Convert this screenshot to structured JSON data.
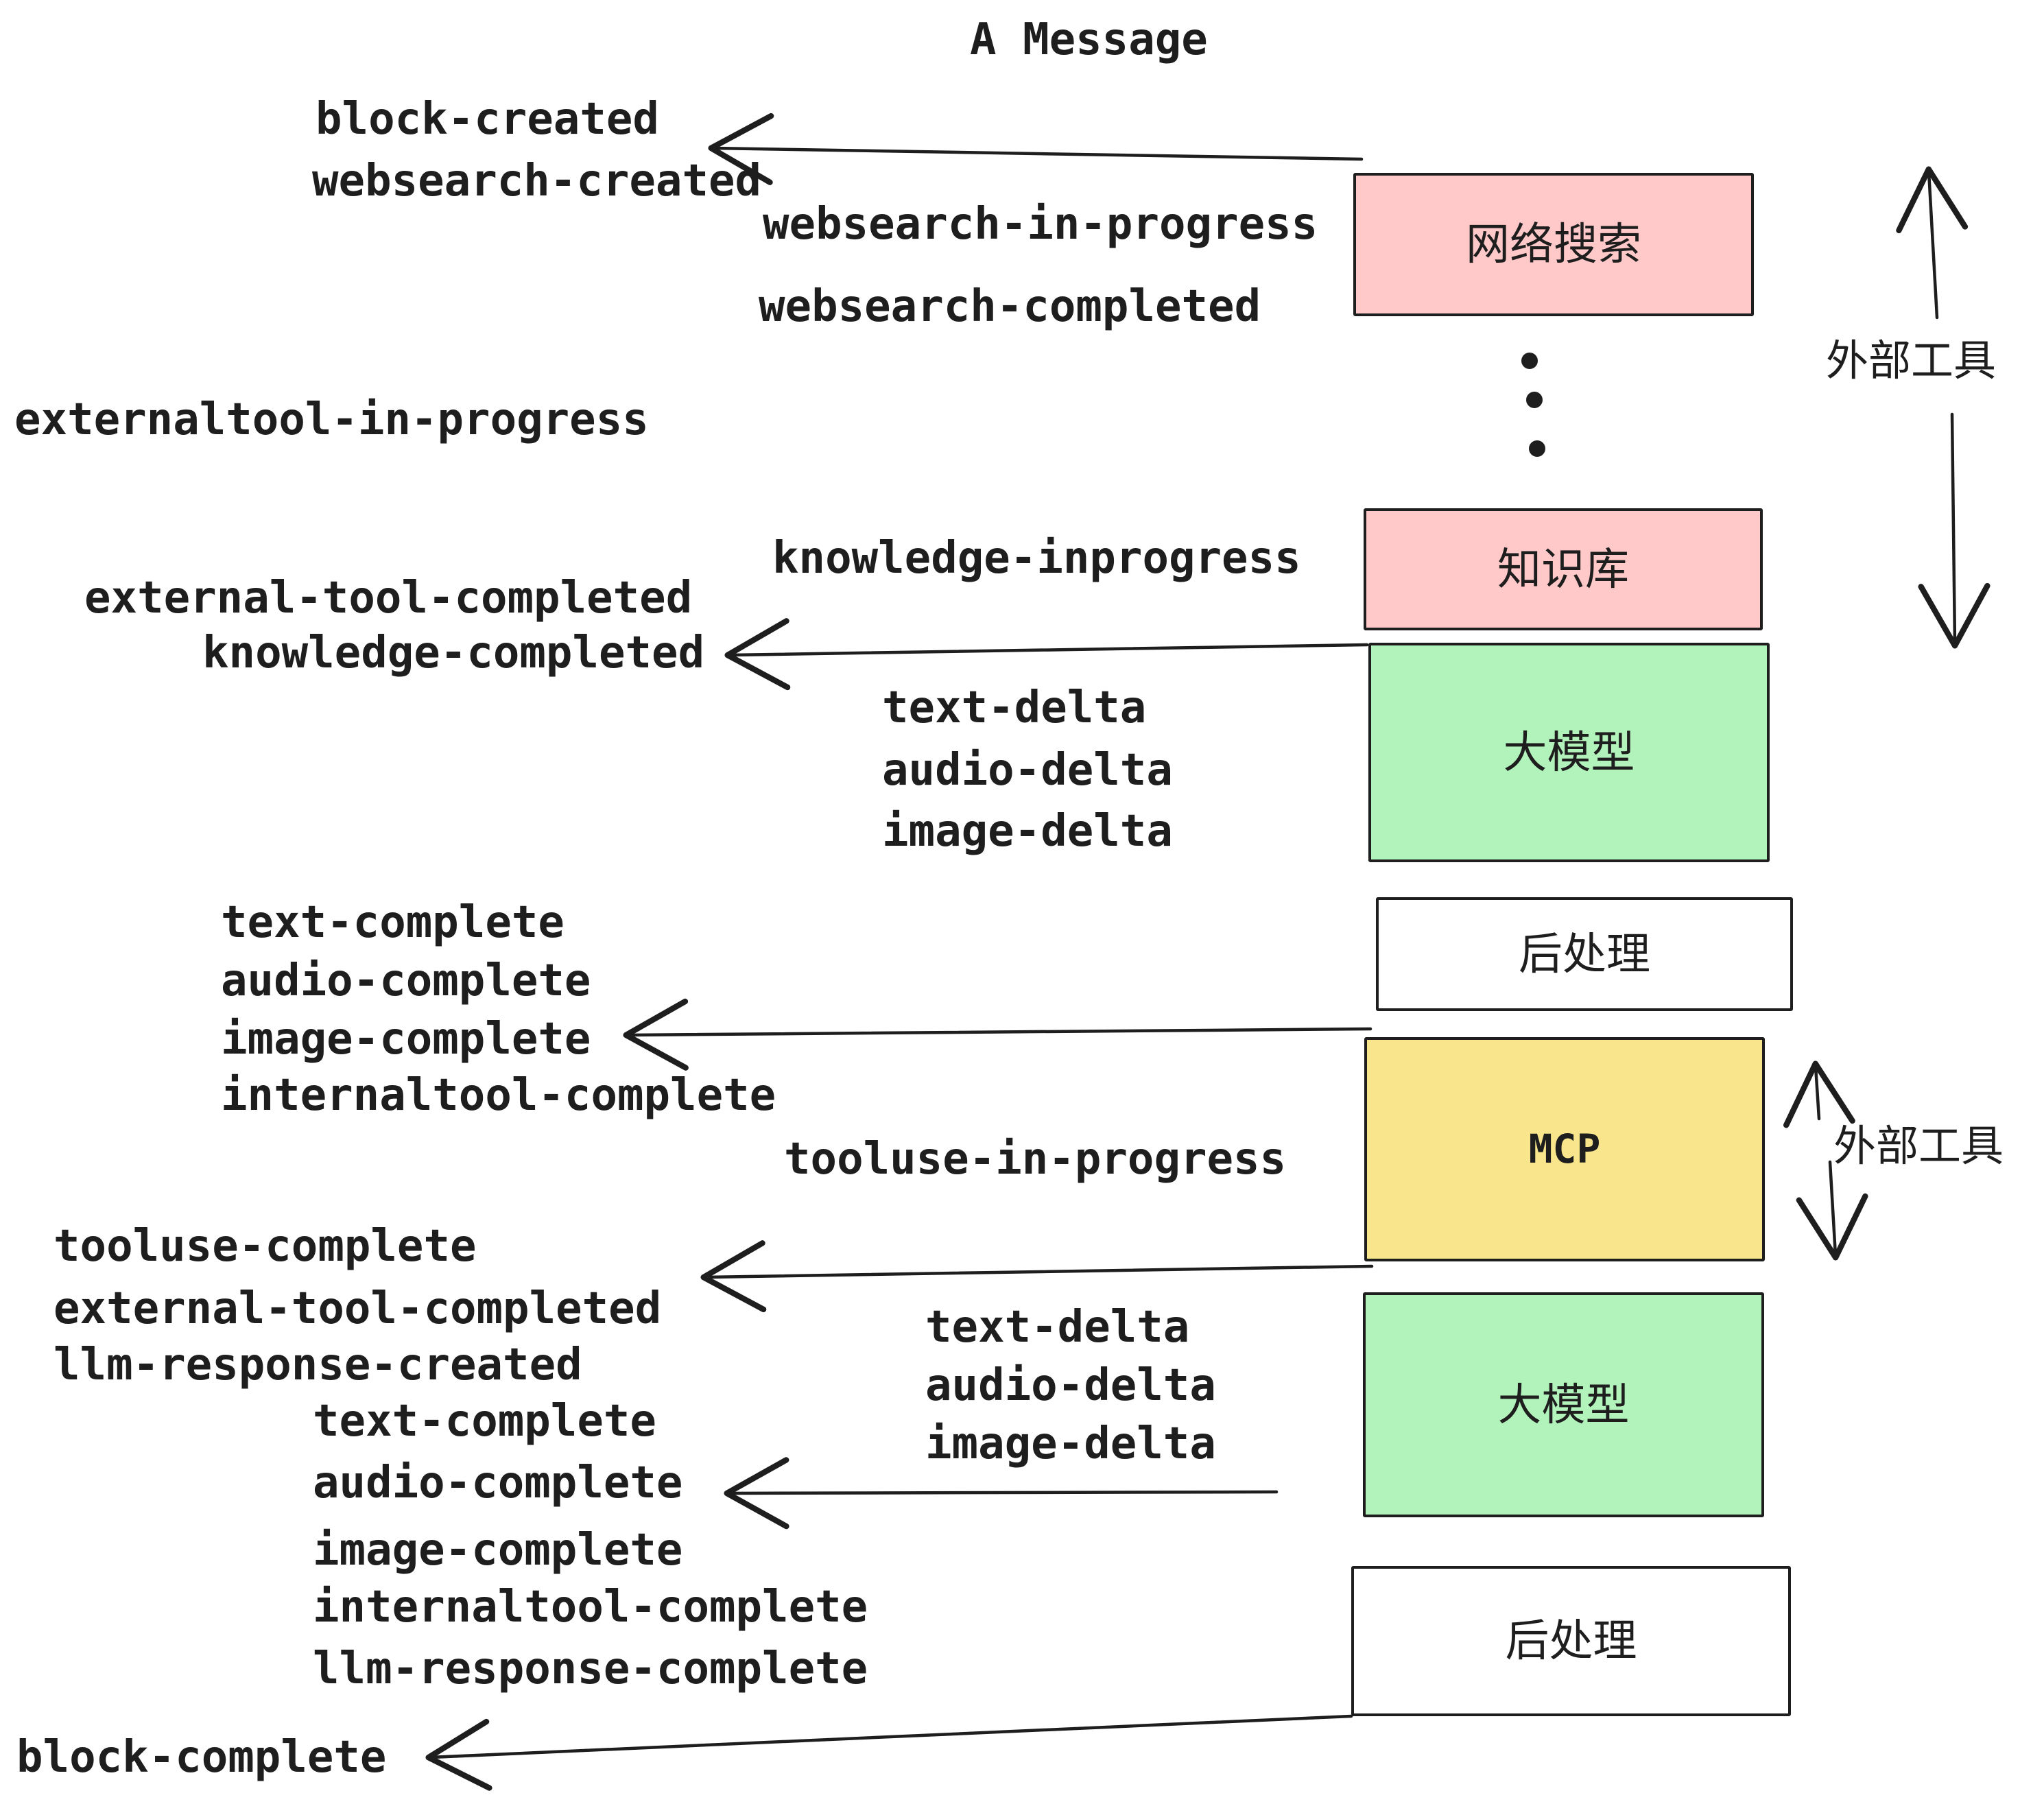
{
  "title": "A Message",
  "palette": {
    "ink": "#1E1E1E",
    "pink": "#FFC9C9",
    "green": "#B2F2BB",
    "yellow": "#F8E58C",
    "white": "#FFFFFF",
    "background": "#FFFFFF"
  },
  "boxes": [
    {
      "label": "网络搜索",
      "color": "#FFC9C9"
    },
    {
      "label": "知识库",
      "color": "#FFC9C9"
    },
    {
      "label": "大模型",
      "color": "#B2F2BB"
    },
    {
      "label": "后处理",
      "color": "#FFFFFF"
    },
    {
      "label": "MCP",
      "color": "#F8E58C"
    },
    {
      "label": "大模型",
      "color": "#B2F2BB"
    },
    {
      "label": "后处理",
      "color": "#FFFFFF"
    }
  ],
  "side_labels": {
    "top": "外部工具",
    "bottom": "外部工具"
  },
  "events": [
    {
      "text": "block-created"
    },
    {
      "text": "websearch-created"
    },
    {
      "text": "websearch-in-progress"
    },
    {
      "text": "websearch-completed"
    },
    {
      "text": "externaltool-in-progress"
    },
    {
      "text": "knowledge-inprogress"
    },
    {
      "text": "external-tool-completed"
    },
    {
      "text": "knowledge-completed"
    },
    {
      "text": "text-delta"
    },
    {
      "text": "audio-delta"
    },
    {
      "text": "image-delta"
    },
    {
      "text": "text-complete"
    },
    {
      "text": "audio-complete"
    },
    {
      "text": "image-complete"
    },
    {
      "text": "internaltool-complete"
    },
    {
      "text": "tooluse-in-progress"
    },
    {
      "text": "tooluse-complete"
    },
    {
      "text": "external-tool-completed"
    },
    {
      "text": "llm-response-created"
    },
    {
      "text": "text-complete"
    },
    {
      "text": "text-delta"
    },
    {
      "text": "audio-delta"
    },
    {
      "text": "image-delta"
    },
    {
      "text": "audio-complete"
    },
    {
      "text": "image-complete"
    },
    {
      "text": "internaltool-complete"
    },
    {
      "text": "llm-response-complete"
    },
    {
      "text": "block-complete"
    }
  ]
}
